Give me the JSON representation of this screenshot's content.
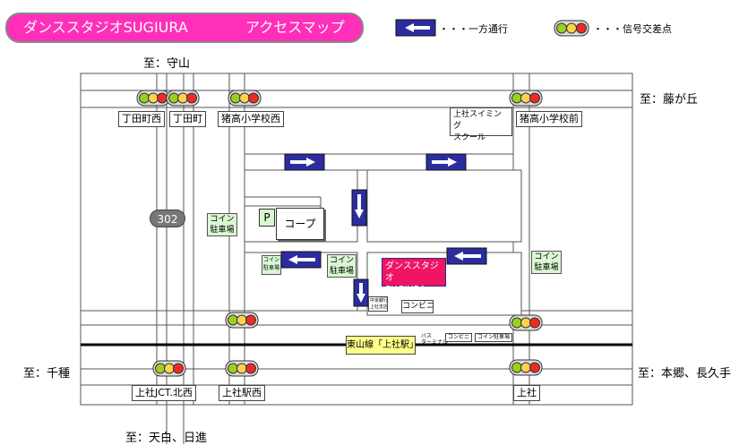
{
  "header": {
    "studio_name": "ダンススタジオSUGIURA",
    "map_title": "アクセスマップ"
  },
  "legend": {
    "one_way_text": "・・・一方通行",
    "signal_text": "・・・信号交差点"
  },
  "directions": {
    "north": "至：守山",
    "east_upper": "至：藤が丘",
    "west": "至：千種",
    "east_lower": "至：本郷、長久手",
    "south": "至：天白、日進"
  },
  "intersections": {
    "chodacho_nishi": "丁田町西",
    "chodacho": "丁田町",
    "inotaka_shogakko_nishi": "猪高小学校西",
    "inotaka_shogakko_mae": "猪高小学校前",
    "kamiyashiro_jct_kitanishi": "上社JCT.北西",
    "kamiyashiro_eki_nishi": "上社駅西",
    "kamiyashiro": "上社"
  },
  "places": {
    "swimming_line1": "上社スイミング",
    "swimming_line2": "スクール",
    "coop": "コープ",
    "parking_p": "P",
    "coin_parking_line1": "コイン",
    "coin_parking_line2": "駐車場",
    "coin_small_line1": "コイン",
    "coin_small_line2": "駐車場",
    "studio_line1": "ダンススタジオ",
    "studio_line2": "SUGIURA",
    "convenience": "コンビニ",
    "convenience_small": "コンビニ",
    "coin_parking_small": "コイン駐車場",
    "bank_line1": "中京銀行",
    "bank_line2": "上社支店",
    "bus_line1": "バス",
    "bus_line2": "ターミナル"
  },
  "railway": {
    "station_label": "東山線「上社駅」"
  },
  "route": {
    "number": "302"
  }
}
